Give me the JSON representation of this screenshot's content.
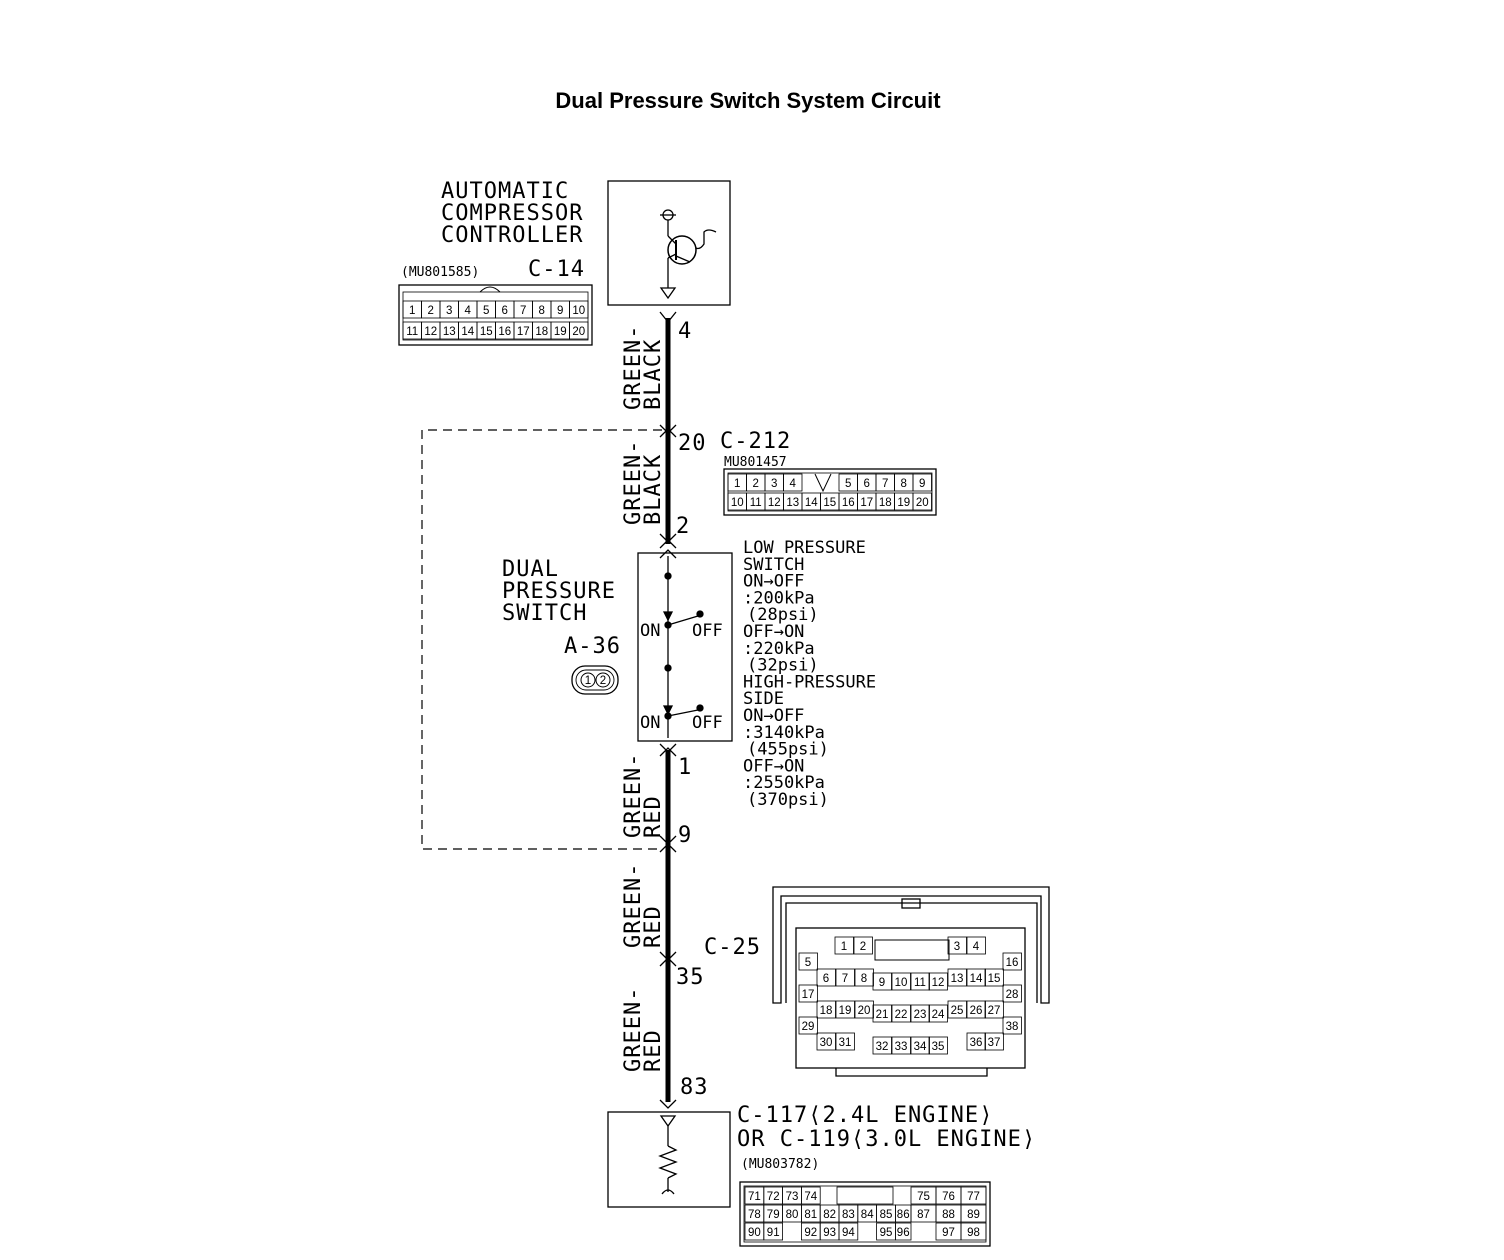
{
  "title": "Dual Pressure Switch System Circuit",
  "components": {
    "compressor_controller": {
      "label_lines": [
        "AUTOMATIC",
        "COMPRESSOR",
        "CONTROLLER"
      ],
      "connector": "C-14",
      "part_no": "(MU801585)",
      "pins_row1": [
        "1",
        "2",
        "3",
        "4",
        "5",
        "6",
        "7",
        "8",
        "9",
        "10"
      ],
      "pins_row2": [
        "11",
        "12",
        "13",
        "14",
        "15",
        "16",
        "17",
        "18",
        "19",
        "20"
      ],
      "terminal": "4"
    },
    "joint_connector": {
      "connector": "C-212",
      "part_no": "MU801457",
      "pins_row1": [
        "1",
        "2",
        "3",
        "4",
        "",
        "5",
        "6",
        "7",
        "8",
        "9"
      ],
      "pins_row2": [
        "10",
        "11",
        "12",
        "13",
        "14",
        "15",
        "16",
        "17",
        "18",
        "19",
        "20"
      ],
      "terminal_in": "20",
      "terminal_out": "9"
    },
    "dual_pressure_switch": {
      "label_lines": [
        "DUAL",
        "PRESSURE",
        "SWITCH"
      ],
      "connector": "A-36",
      "connector_pins": [
        "1",
        "2"
      ],
      "terminal_top": "2",
      "terminal_bottom": "1",
      "switch_on": "ON",
      "switch_off": "OFF",
      "notes": [
        "LOW PRESSURE",
        "SWITCH",
        "ON→OFF",
        ":200kPa",
        "(28psi)",
        "OFF→ON",
        ":220kPa",
        "(32psi)",
        "HIGH-PRESSURE",
        "SIDE",
        "ON→OFF",
        ":3140kPa",
        "(455psi)",
        "OFF→ON",
        ":2550kPa",
        "(370psi)"
      ]
    },
    "intermediate_connector": {
      "connector": "C-25",
      "terminal_in": "35",
      "pins": [
        "1",
        "2",
        "3",
        "4",
        "5",
        "6",
        "7",
        "8",
        "9",
        "10",
        "11",
        "12",
        "13",
        "14",
        "15",
        "16",
        "17",
        "18",
        "19",
        "20",
        "21",
        "22",
        "23",
        "24",
        "25",
        "26",
        "27",
        "28",
        "29",
        "30",
        "31",
        "32",
        "33",
        "34",
        "35",
        "36",
        "37",
        "38"
      ]
    },
    "ecu": {
      "label_lines": [
        "C-117⟨2.4L ENGINE⟩",
        "OR C-119⟨3.0L ENGINE⟩"
      ],
      "part_no": "(MU803782)",
      "terminal": "83",
      "pins_row1": [
        "71",
        "72",
        "73",
        "74",
        "",
        "",
        "75",
        "76",
        "77"
      ],
      "pins_row2": [
        "78",
        "79",
        "80",
        "81",
        "82",
        "83",
        "84",
        "85",
        "86",
        "87",
        "88",
        "89"
      ],
      "pins_row3": [
        "90",
        "91",
        "",
        "92",
        "93",
        "94",
        "",
        "95",
        "96",
        "",
        "97",
        "98"
      ]
    }
  },
  "wires": [
    {
      "color_lines": [
        "GREEN-",
        "BLACK"
      ]
    },
    {
      "color_lines": [
        "GREEN-",
        "BLACK"
      ]
    },
    {
      "color_lines": [
        "GREEN-",
        "RED"
      ]
    },
    {
      "color_lines": [
        "GREEN-",
        "RED"
      ]
    },
    {
      "color_lines": [
        "GREEN-",
        "RED"
      ]
    }
  ]
}
